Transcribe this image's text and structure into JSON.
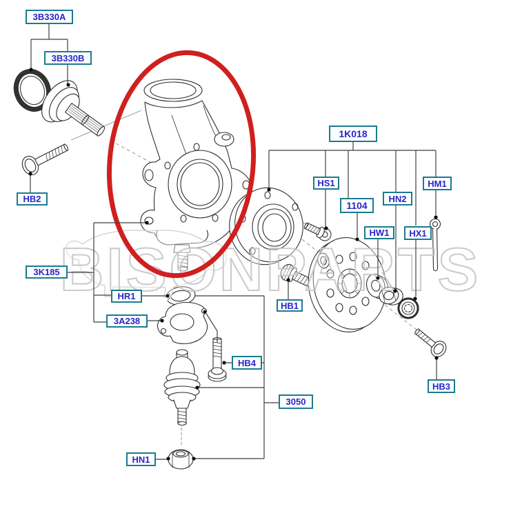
{
  "watermark": {
    "text": "BISONPARTS",
    "color": "#c6c6c6"
  },
  "colors": {
    "highlight_ellipse": "#d01f1f",
    "callout_border": "#1a7b8f",
    "callout_text": "#2626c9",
    "diagram_line": "#3f3f3f"
  },
  "callouts": {
    "c3b330a": "3B330A",
    "c3b330b": "3B330B",
    "hb2": "HB2",
    "c3k185": "3K185",
    "hr1": "HR1",
    "c3a238": "3A238",
    "hb4": "HB4",
    "c3050": "3050",
    "hn1": "HN1",
    "c1k018": "1K018",
    "hs1": "HS1",
    "c1104": "1104",
    "hn2": "HN2",
    "hm1": "HM1",
    "hw1": "HW1",
    "hx1": "HX1",
    "hb1": "HB1",
    "hb3": "HB3"
  }
}
